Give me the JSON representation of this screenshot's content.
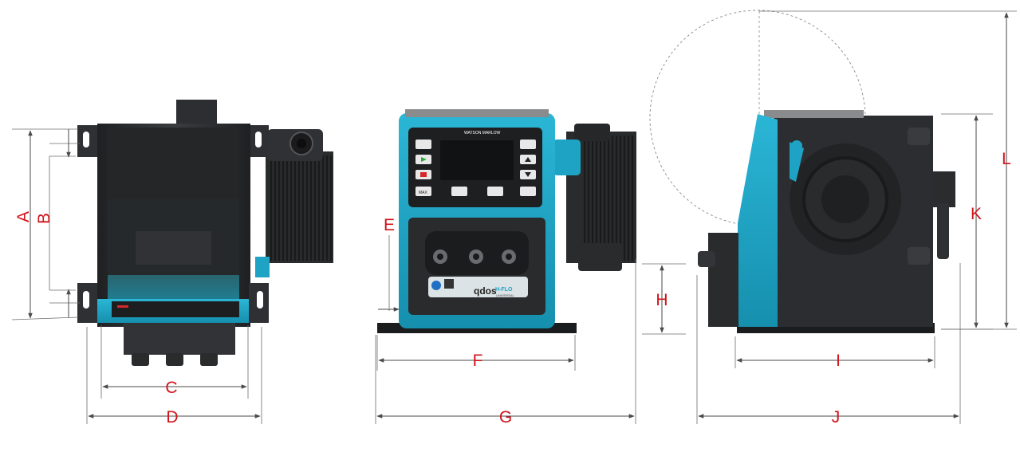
{
  "dimensions": {
    "labels": [
      "A",
      "B",
      "C",
      "D",
      "E",
      "F",
      "G",
      "H",
      "I",
      "J",
      "K",
      "L"
    ],
    "label_color": "#d1131a"
  },
  "pump": {
    "brand_badge": "WATSON MARLOW",
    "model_logo": "qdos",
    "model_suffix": "H-FLO",
    "model_subtitle": "UNIVERSAL",
    "keypad_max": "MAX",
    "accent_color": "#1fa3c4"
  }
}
